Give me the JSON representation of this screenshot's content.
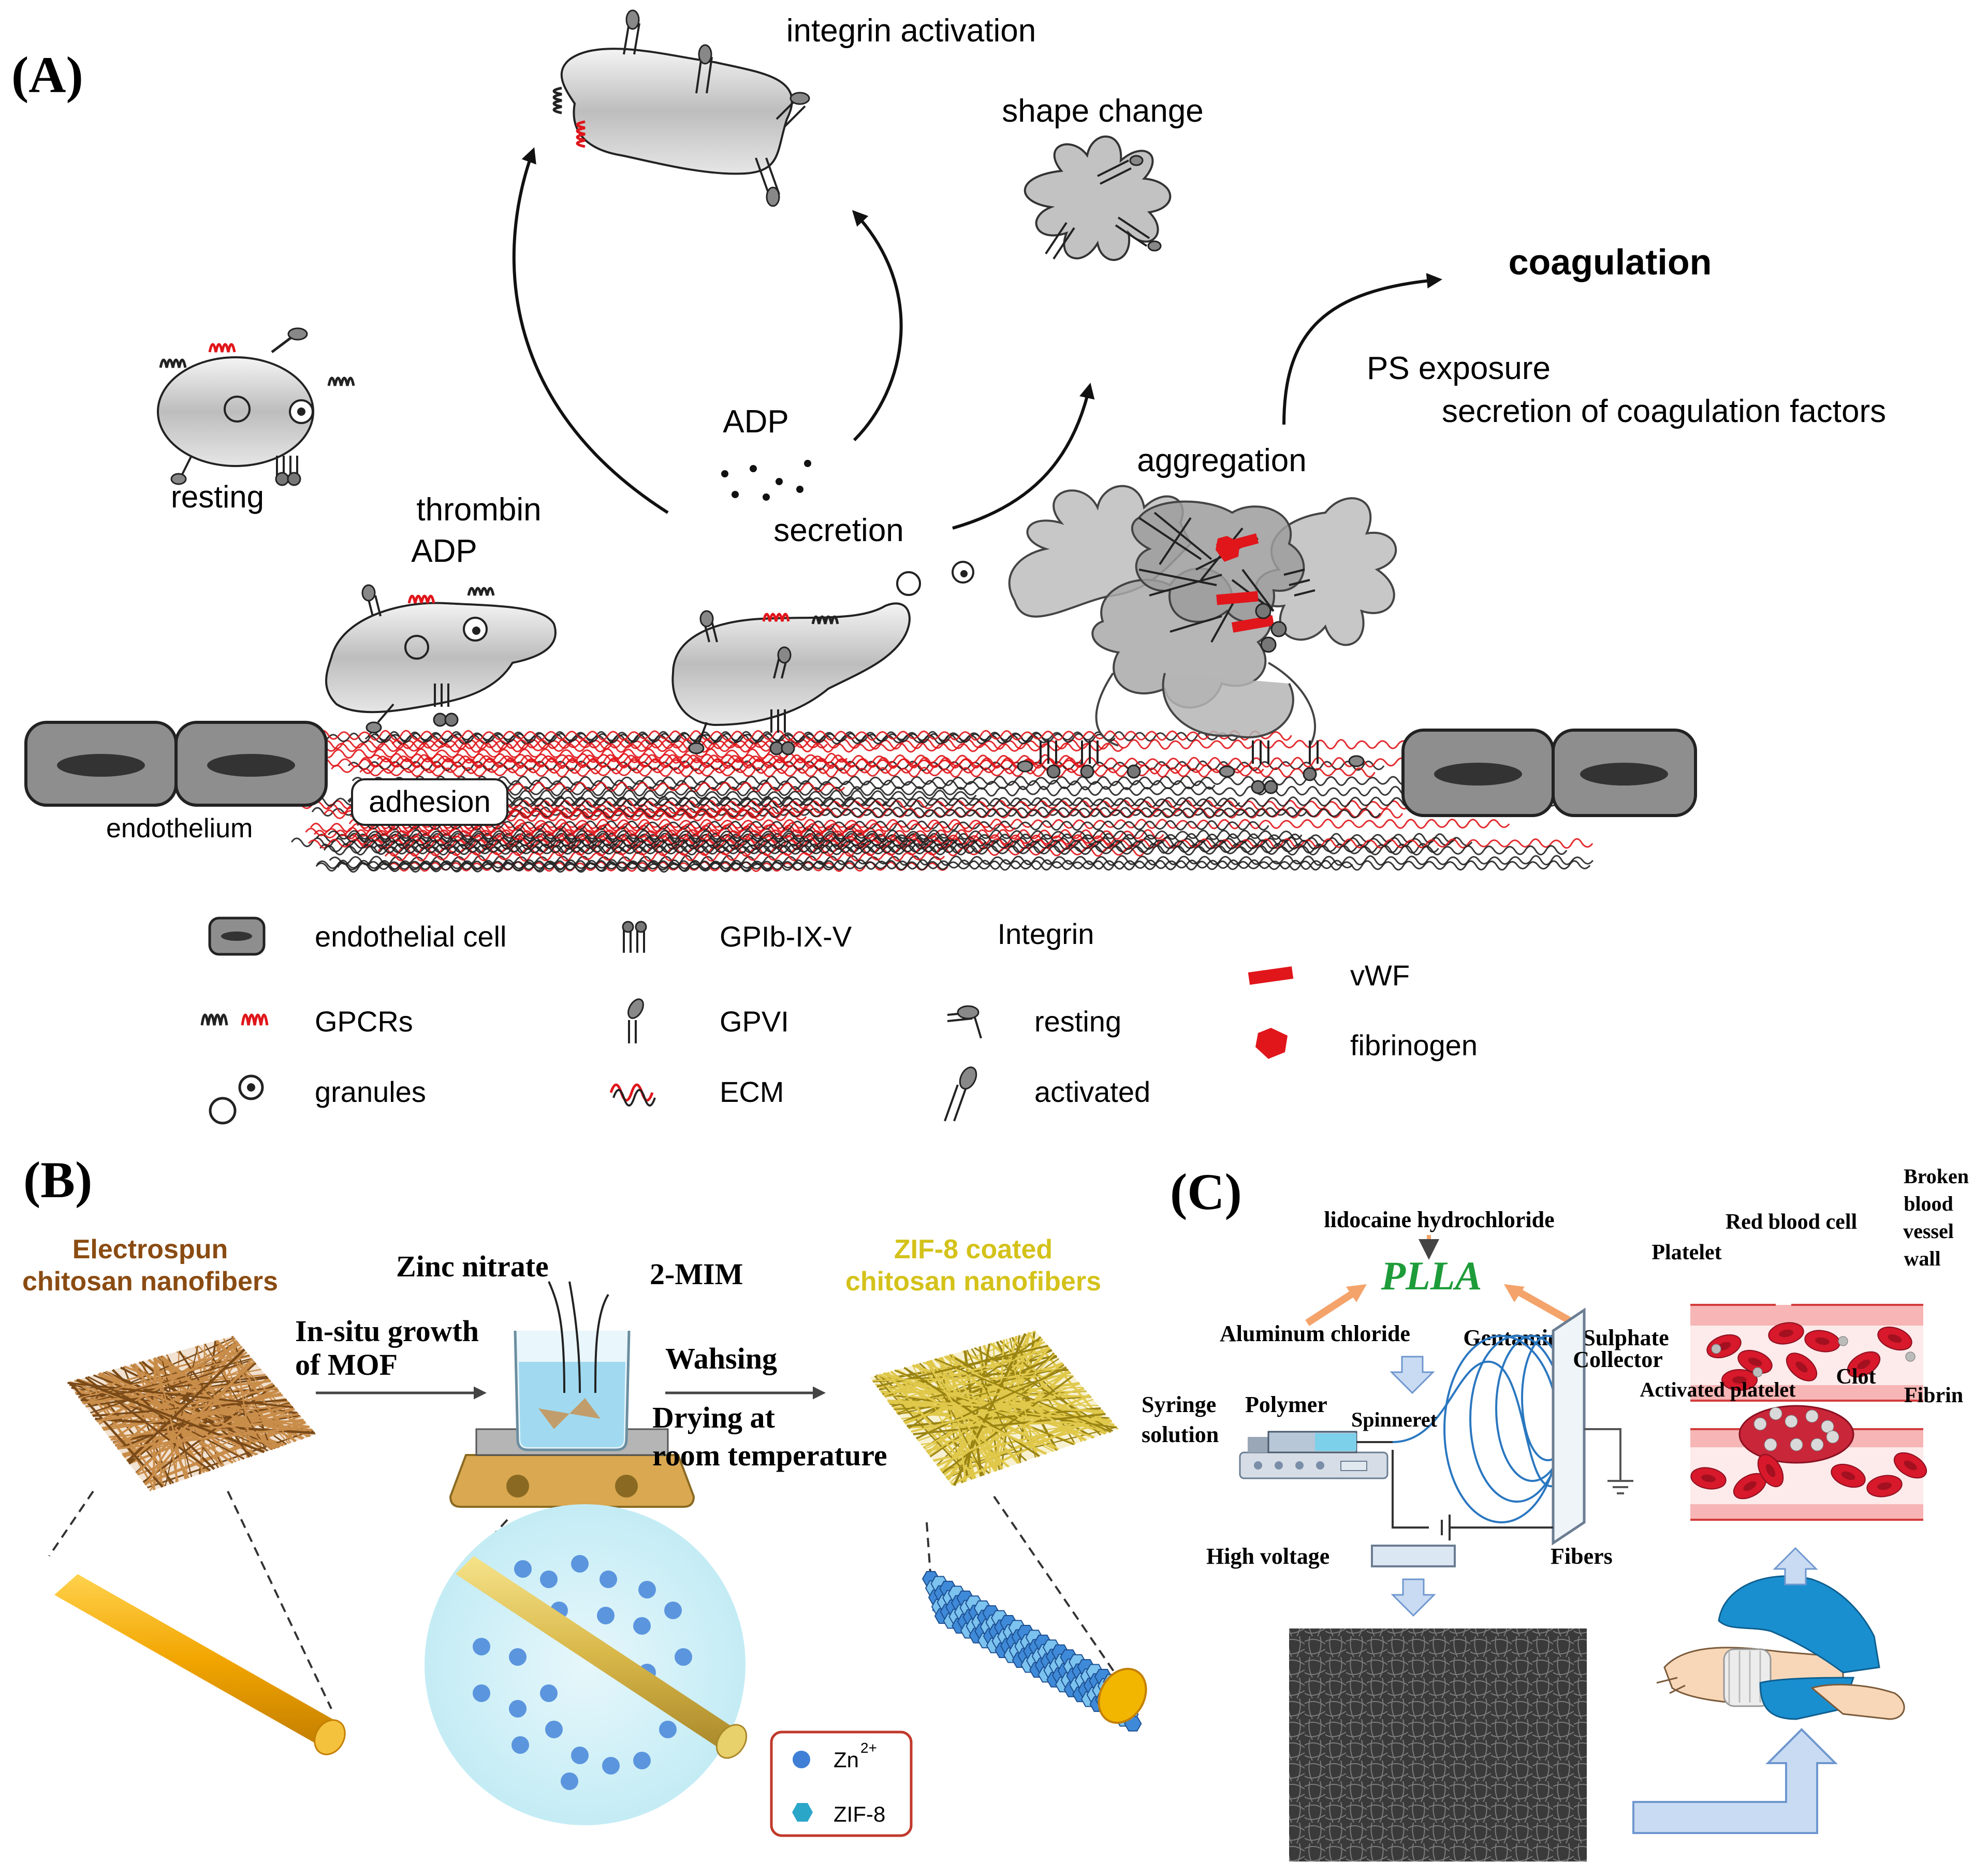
{
  "colors": {
    "red": "#e0161b",
    "cell_gray": "#c8c8c8",
    "endothelium_gray": "#8e8e8e",
    "electrospun_brown": "#8a4b12",
    "zif_gold": "#d4c21a",
    "fiber_orange": "#f2a500",
    "zn_blue": "#3f7fd6",
    "arrow_blue": "#8fb4e3",
    "glove_blue": "#1a8fd0",
    "blood_red": "#d7192b"
  },
  "panel_a": {
    "label": "(A)",
    "integrin_activation": "integrin activation",
    "shape_change": "shape change",
    "coagulation": "coagulation",
    "ps_exposure": "PS exposure",
    "secretion_factors": "secretion of coagulation factors",
    "resting": "resting",
    "adp_top": "ADP",
    "secretion": "secretion",
    "aggregation": "aggregation",
    "thrombin": "thrombin",
    "adp_left": "ADP",
    "adhesion": "adhesion",
    "endothelium": "endothelium",
    "legend": {
      "endothelial_cell": "endothelial cell",
      "gpcrs": "GPCRs",
      "granules": "granules",
      "gpib": "GPIb-IX-V",
      "gpvi": "GPVI",
      "ecm": "ECM",
      "integrin": "Integrin",
      "resting": "resting",
      "activated": "activated",
      "vwf": "vWF",
      "fibrinogen": "fibrinogen"
    }
  },
  "panel_b": {
    "label": "(B)",
    "electrospun_line1": "Electrospun",
    "electrospun_line2": "chitosan nanofibers",
    "zinc_nitrate": "Zinc nitrate",
    "mim": "2-MIM",
    "insitu_line1": "In-situ growth",
    "insitu_line2": "of MOF",
    "washing": "Wahsing",
    "drying_line1": "Drying at",
    "drying_line2": "room temperature",
    "zif_line1": "ZIF-8 coated",
    "zif_line2": "chitosan nanofibers",
    "legend_zn": "Zn",
    "legend_zn_sup": "2+",
    "legend_zif": "ZIF-8"
  },
  "panel_c": {
    "label": "(C)",
    "lidocaine": "lidocaine hydrochloride",
    "plla": "PLLA",
    "aluminum": "Aluminum chloride",
    "gentamicin": "Gentamicin Sulphate",
    "collector": "Collector",
    "syringe": "Syringe",
    "polymer": "Polymer",
    "solution": "solution",
    "spinneret": "Spinneret",
    "high_voltage": "High voltage",
    "fibers": "Fibers",
    "broken1": "Broken",
    "broken2": "blood",
    "broken3": "vessel",
    "broken4": "wall",
    "red_blood_cell": "Red blood cell",
    "platelet": "Platelet",
    "activated_platelet": "Activated platelet",
    "clot": "Clot",
    "fibrin": "Fibrin"
  }
}
